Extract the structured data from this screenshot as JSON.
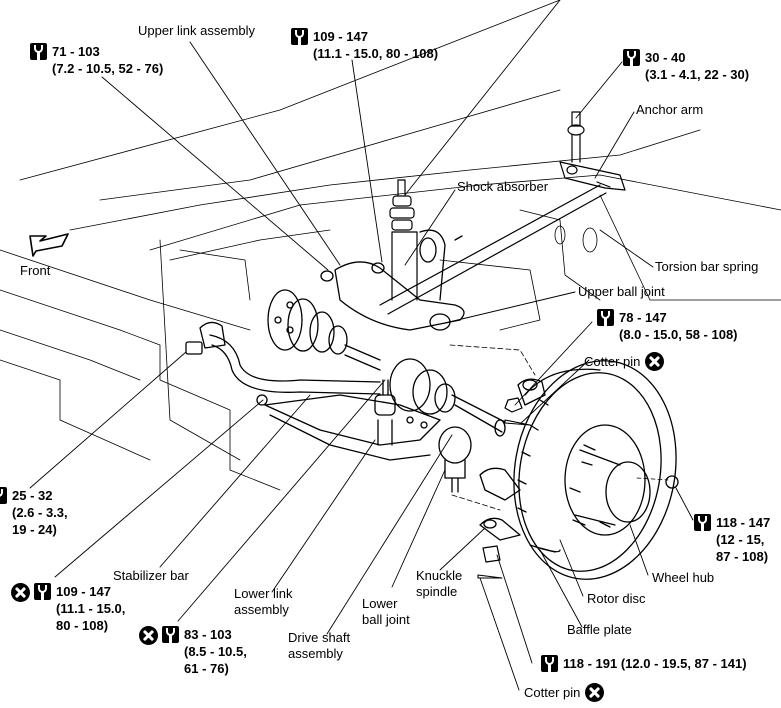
{
  "diagram": {
    "subject": "Front suspension assembly (exploded view)",
    "direction_label": "Front",
    "icon_legend": {
      "wrench-icon": "tightening torque N·m (kg-m, ft-lb)",
      "replace-icon": "always replace"
    },
    "part_labels": {
      "upper_link_assembly": "Upper link assembly",
      "anchor_arm": "Anchor arm",
      "shock_absorber": "Shock absorber",
      "torsion_bar_spring": "Torsion bar spring",
      "upper_ball_joint": "Upper ball joint",
      "cotter_pin_upper": "Cotter pin",
      "stabilizer_bar": "Stabilizer bar",
      "lower_link_assembly_1": "Lower link",
      "lower_link_assembly_2": "assembly",
      "drive_shaft_assembly_1": "Drive shaft",
      "drive_shaft_assembly_2": "assembly",
      "lower_ball_joint_1": "Lower",
      "lower_ball_joint_2": "ball joint",
      "knuckle_spindle_1": "Knuckle",
      "knuckle_spindle_2": "spindle",
      "wheel_hub": "Wheel hub",
      "rotor_disc": "Rotor disc",
      "baffle_plate": "Baffle plate",
      "cotter_pin_lower": "Cotter pin"
    },
    "torque_specs": [
      {
        "id": "t1",
        "line1": "71 - 103",
        "line2": "(7.2 - 10.5, 52 - 76)",
        "replace": false
      },
      {
        "id": "t2",
        "line1": "109 - 147",
        "line2": "(11.1 - 15.0, 80 - 108)",
        "replace": false
      },
      {
        "id": "t3",
        "line1": "30 - 40",
        "line2": "(3.1 - 4.1, 22 - 30)",
        "replace": false
      },
      {
        "id": "t4",
        "line1": "78 - 147",
        "line2": "(8.0 - 15.0, 58 - 108)",
        "replace": false
      },
      {
        "id": "t5",
        "line1": "25 - 32",
        "line2": "(2.6 - 3.3,",
        "line3": "19 - 24)",
        "replace": false
      },
      {
        "id": "t6",
        "line1": "109 - 147",
        "line2": "(11.1 - 15.0,",
        "line3": "80 - 108)",
        "replace": true
      },
      {
        "id": "t7",
        "line1": "83 - 103",
        "line2": "(8.5 - 10.5,",
        "line3": "61 - 76)",
        "replace": true
      },
      {
        "id": "t8",
        "line1": "118 - 147",
        "line2": "(12 - 15,",
        "line3": "87 - 108)",
        "replace": false
      },
      {
        "id": "t9",
        "line1": "118 - 191 (12.0 - 19.5, 87 - 141)",
        "replace": false
      }
    ]
  }
}
